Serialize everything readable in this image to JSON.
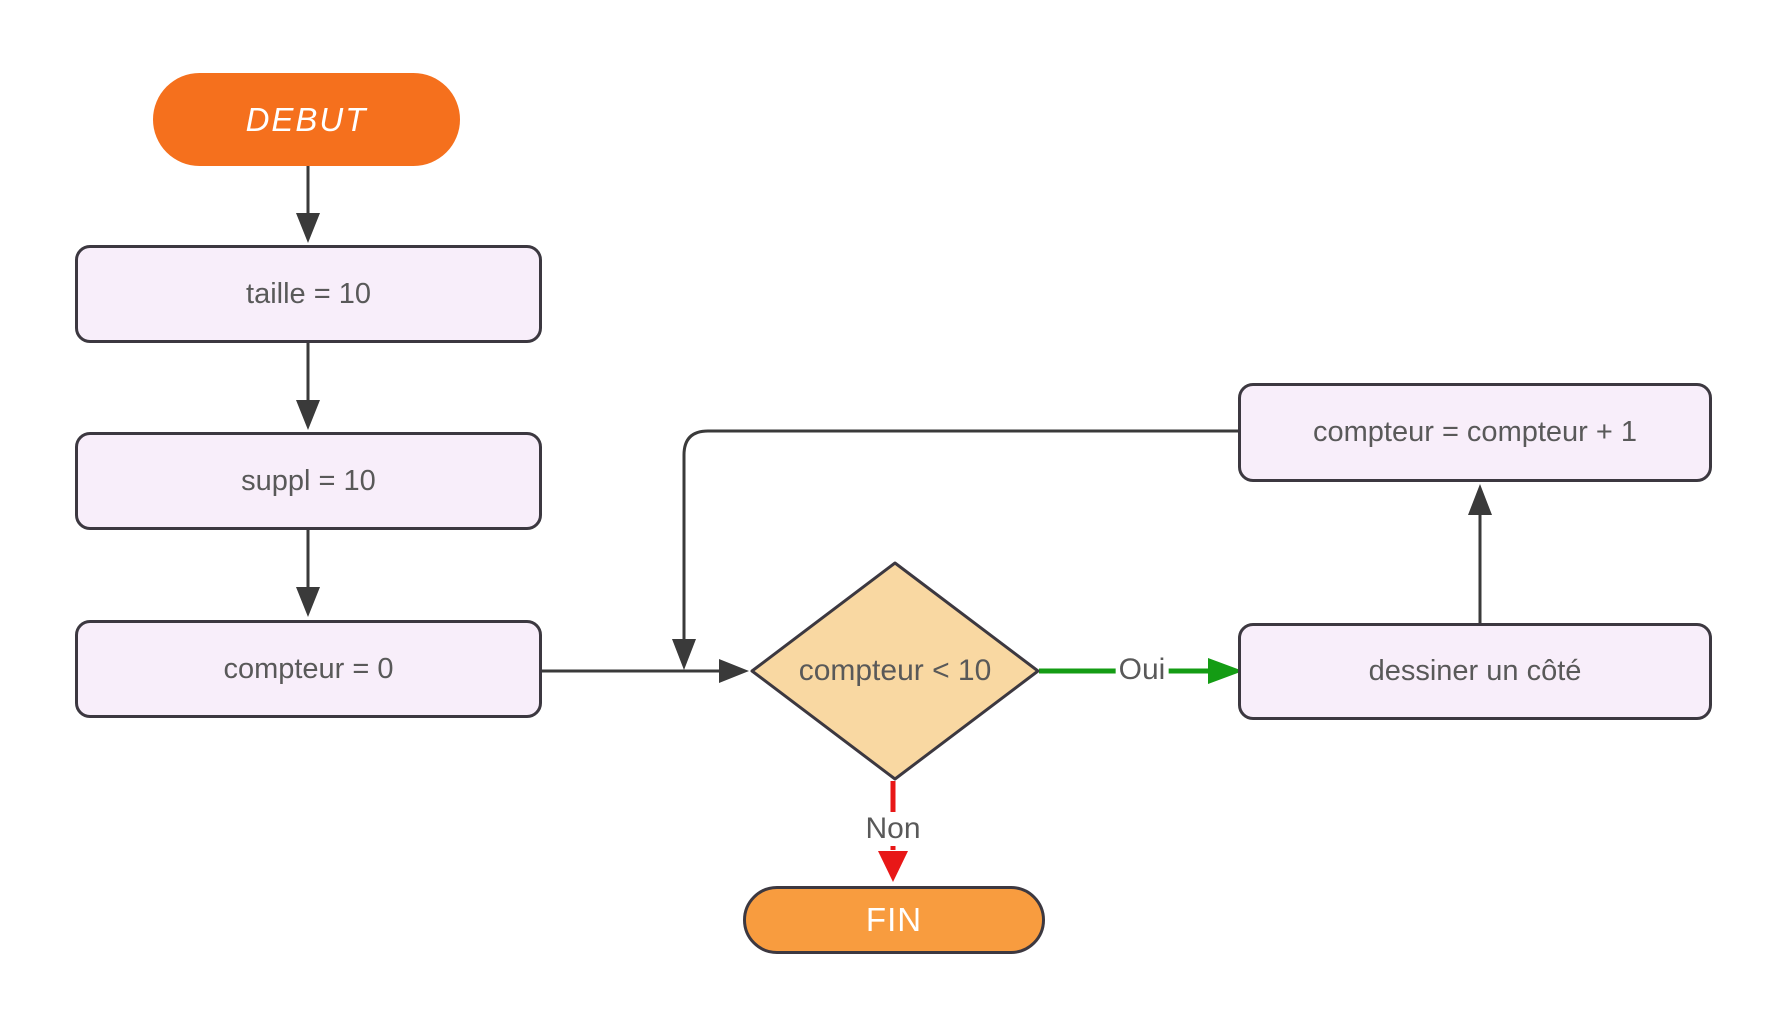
{
  "diagram": {
    "type": "flowchart",
    "language": "fr",
    "nodes": {
      "debut": {
        "label": "DEBUT",
        "shape": "terminator",
        "fill": "#f5701d",
        "text_color": "#ffffff"
      },
      "taille": {
        "label": "taille = 10",
        "shape": "process",
        "fill": "#f8eefa"
      },
      "suppl": {
        "label": "suppl = 10",
        "shape": "process",
        "fill": "#f8eefa"
      },
      "compteur": {
        "label": "compteur = 0",
        "shape": "process",
        "fill": "#f8eefa"
      },
      "condition": {
        "label": "compteur < 10",
        "shape": "decision",
        "fill": "#f9d8a2"
      },
      "dessiner": {
        "label": "dessiner un côté",
        "shape": "process",
        "fill": "#f8eefa"
      },
      "increment": {
        "label": "compteur = compteur + 1",
        "shape": "process",
        "fill": "#f8eefa"
      },
      "fin": {
        "label": "FIN",
        "shape": "terminator",
        "fill": "#f89c3f",
        "text_color": "#ffffff"
      }
    },
    "edges": [
      {
        "from": "DEBUT",
        "to": "taille = 10"
      },
      {
        "from": "taille = 10",
        "to": "suppl = 10"
      },
      {
        "from": "suppl = 10",
        "to": "compteur = 0"
      },
      {
        "from": "compteur = 0",
        "to": "compteur < 10"
      },
      {
        "from": "compteur < 10",
        "to": "dessiner un côté",
        "label": "Oui",
        "color": "#149c14"
      },
      {
        "from": "dessiner un côté",
        "to": "compteur = compteur + 1"
      },
      {
        "from": "compteur = compteur + 1",
        "to": "compteur < 10"
      },
      {
        "from": "compteur < 10",
        "to": "FIN",
        "label": "Non",
        "color": "#e81717"
      }
    ],
    "colors": {
      "background": "#ffffff",
      "connector": "#3a3a3a",
      "shape_border": "#3c3840",
      "label_text": "#595959",
      "yes_edge": "#149c14",
      "no_edge": "#e81717",
      "start_fill": "#f5701d",
      "end_fill": "#f89c3f",
      "process_fill": "#f8eefa",
      "decision_fill": "#f9d8a2"
    }
  }
}
